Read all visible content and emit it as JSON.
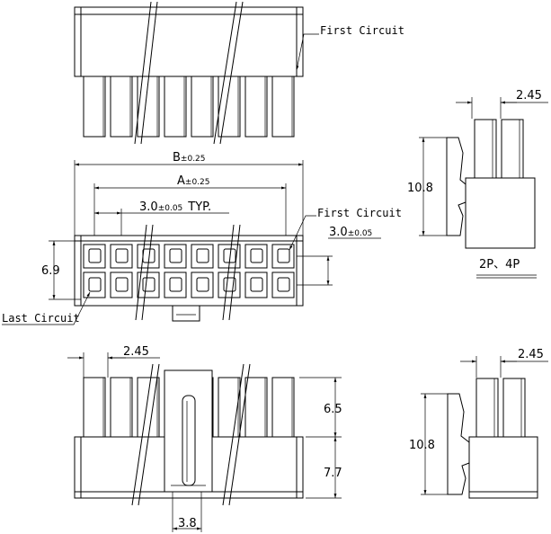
{
  "labels": {
    "first_circuit_top": "First Circuit",
    "first_circuit_mid": "First Circuit",
    "last_circuit": "Last Circuit",
    "variant": "2P、4P"
  },
  "dims": {
    "b_main": "B",
    "b_tol": "±0.25",
    "a_main": "A",
    "a_tol": "±0.25",
    "pitch_main": "3.0",
    "pitch_tol": "±0.05",
    "pitch_typ": "TYP.",
    "row_main": "3.0",
    "row_tol": "±0.05",
    "height_front": "6.9",
    "side_width_top": "2.45",
    "side_height_top": "10.8",
    "bottom_pitch": "2.45",
    "bottom_upper": "6.5",
    "bottom_lower": "7.7",
    "latch_width": "3.8",
    "side_width_bottom": "2.45",
    "side_height_bottom": "10.8"
  }
}
